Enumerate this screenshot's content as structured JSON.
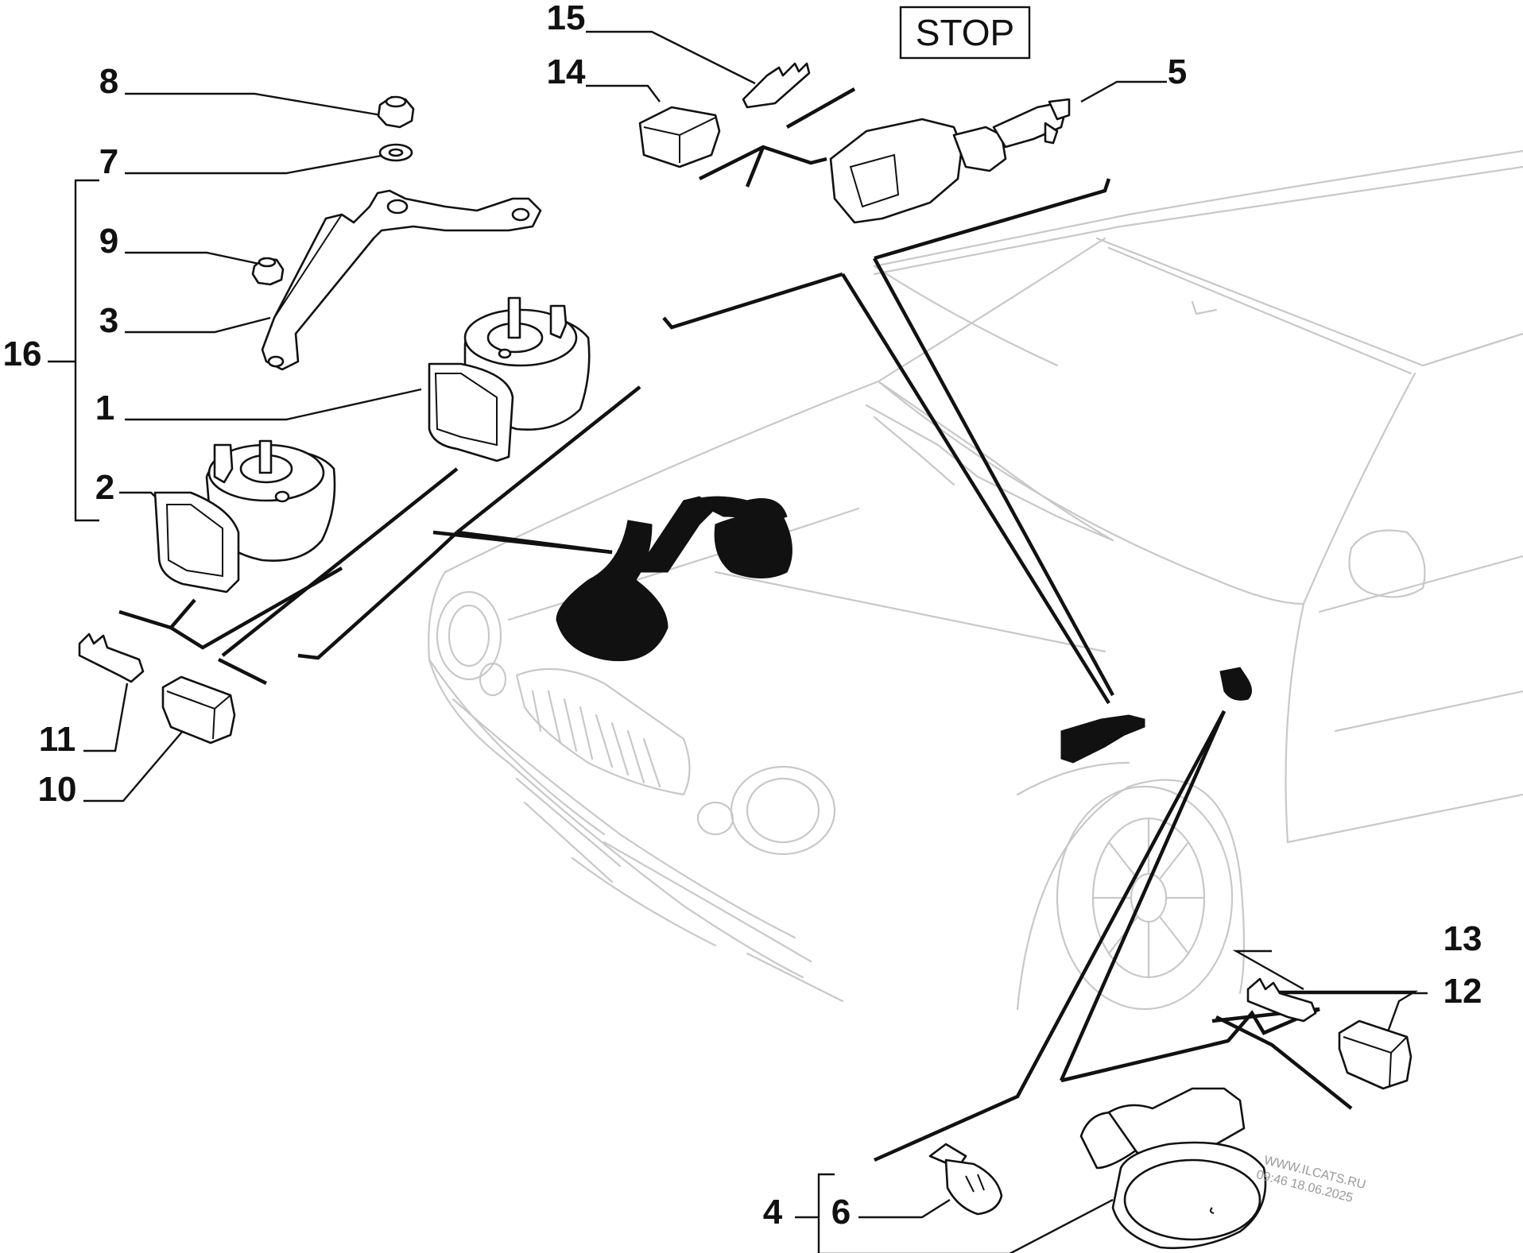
{
  "stop_label": "STOP",
  "callouts": {
    "c1": "1",
    "c2": "2",
    "c3": "3",
    "c4": "4",
    "c5": "5",
    "c6": "6",
    "c7": "7",
    "c8": "8",
    "c9": "9",
    "c10": "10",
    "c11": "11",
    "c12": "12",
    "c13": "13",
    "c14": "14",
    "c15": "15",
    "c16": "16"
  },
  "watermark": {
    "line1": "WWW.ILCATS.RU",
    "line2": "09:46 18.06.2025"
  }
}
